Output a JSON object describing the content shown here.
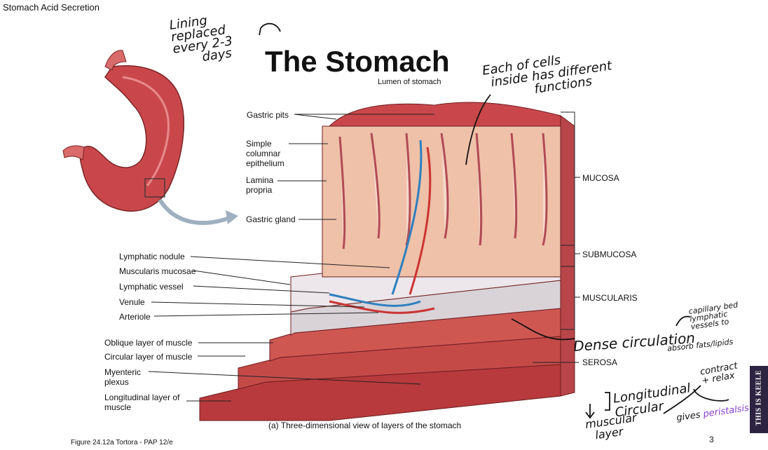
{
  "slide": {
    "section_title": "Stomach Acid Secretion",
    "title": "The Stomach",
    "figure_credit": "Figure 24.12a  Tortora - PAP 12/e",
    "caption": "(a) Three-dimensional view of layers of the stomach",
    "page_number": "3",
    "brand": "THIS IS KEELE",
    "top_label": "Lumen of stomach"
  },
  "left_labels": [
    "Gastric pits",
    "Simple columnar epithelium",
    "Lamina propria",
    "Gastric gland",
    "Lymphatic nodule",
    "Muscularis mucosae",
    "Lymphatic vessel",
    "Venule",
    "Arteriole",
    "Oblique layer of muscle",
    "Circular layer of muscle",
    "Myenteric plexus",
    "Longitudinal layer of muscle"
  ],
  "right_labels": [
    "MUCOSA",
    "SUBMUCOSA",
    "MUSCULARIS",
    "SEROSA"
  ],
  "annotations": {
    "lining": [
      "Lining",
      "replaced",
      "every 2-3",
      "days"
    ],
    "cells": [
      "Each of cells",
      "inside has different",
      "functions"
    ],
    "dense": "Dense circulation",
    "capillary": [
      "capillary bed",
      "lymphatic",
      "vessels to",
      "absorb fats/lipids"
    ],
    "muscular": [
      "muscular",
      "layer"
    ],
    "layers": [
      "Longitudinal",
      "Circular"
    ],
    "contract": [
      "contract",
      "+ relax"
    ],
    "peristalsis_prefix": "gives ",
    "peristalsis": "peristalsis"
  },
  "colors": {
    "tissue_red": "#c8444a",
    "tissue_pink": "#e9b3a0",
    "muscle": "#b83a3c",
    "brand_bg": "#2c2440",
    "highlight": "#8a3fd0"
  }
}
